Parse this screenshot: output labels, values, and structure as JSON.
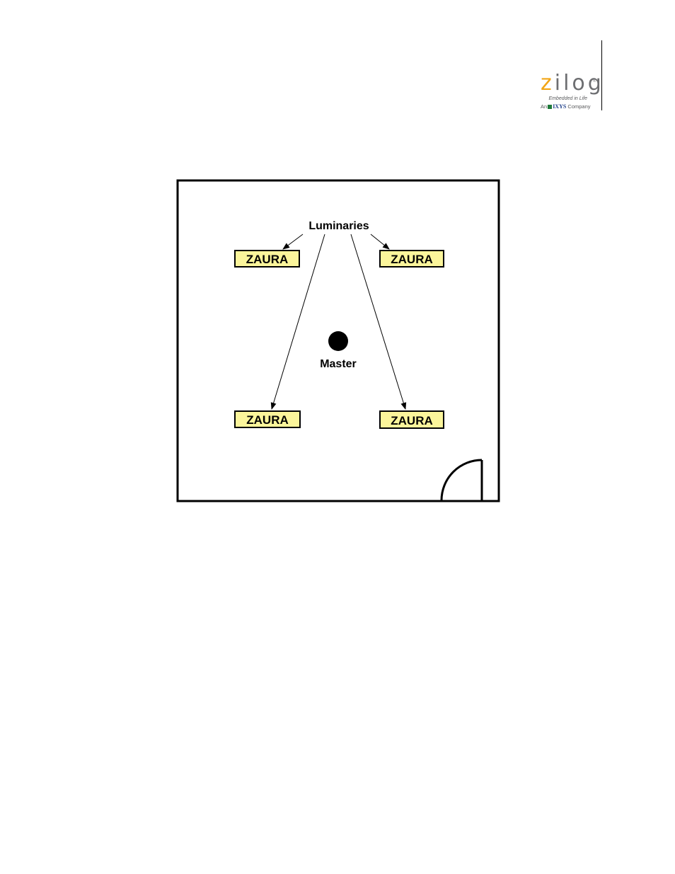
{
  "logo": {
    "z_letter": "z",
    "rest_letters": "ilog",
    "registered_mark": "®",
    "tagline": "Embedded in Life",
    "company_prefix": "An",
    "company_name": "IXYS",
    "company_suffix": "Company",
    "icon": "zilog-logo"
  },
  "figure": {
    "pointer_label": "Luminaries",
    "master_label": "Master",
    "luminaires": [
      {
        "label": "ZAURA"
      },
      {
        "label": "ZAURA"
      },
      {
        "label": "ZAURA"
      },
      {
        "label": "ZAURA"
      }
    ],
    "colors": {
      "luminaire_fill": "#fbf59b",
      "stroke": "#000000",
      "logo_accent": "#f2a516",
      "logo_gray": "#6d6e71"
    }
  }
}
